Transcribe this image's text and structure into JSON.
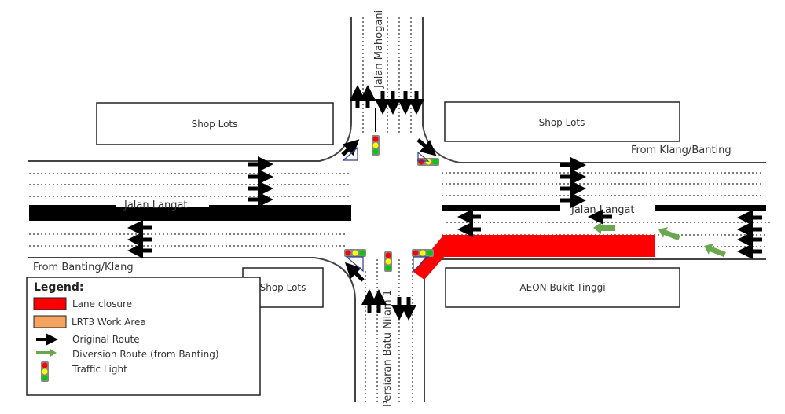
{
  "roads": {
    "north": "Jalan Mahogani",
    "south": "Persiaran Batu Nilam 1",
    "west": "Jalan Langat",
    "east": "Jalan Langat"
  },
  "directions": {
    "east_origin": "From Klang/Banting",
    "west_origin": "From Banting/Klang"
  },
  "buildings": {
    "nw": "Shop Lots",
    "ne": "Shop Lots",
    "sw": "Shop Lots",
    "se": "AEON Bukit Tinggi"
  },
  "legend": {
    "title": "Legend:",
    "items": [
      {
        "label": "Lane closure",
        "symbol": "red-box",
        "color": "#ff0000"
      },
      {
        "label": "LRT3 Work Area",
        "symbol": "orange-box",
        "color": "#f4a460"
      },
      {
        "label": "Original Route",
        "symbol": "black-arrow",
        "color": "#000000"
      },
      {
        "label": "Diversion Route (from Banting)",
        "symbol": "green-arrow",
        "color": "#6aa84f"
      },
      {
        "label": "Traffic Light",
        "symbol": "traffic-light",
        "color": ""
      }
    ]
  },
  "colors": {
    "closure": "#ff0000",
    "work_area": "#f4a460",
    "diversion": "#6aa84f",
    "road_edge": "#444444"
  }
}
